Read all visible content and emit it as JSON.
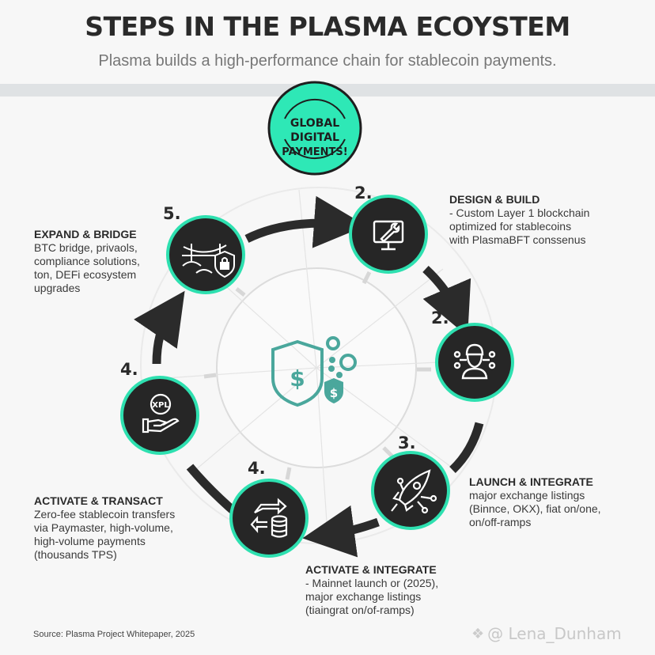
{
  "header": {
    "title": "STEPS IN THE PLASMA ECOYSTEM",
    "subtitle": "Plasma builds a high-performance chain for stablecoin payments."
  },
  "badge": {
    "lines": [
      "GLOBAL",
      "DIGITAL",
      "PAYMENTS!"
    ],
    "color": "#2ee8b6"
  },
  "center": {
    "icon": "shield-dollar-gears-icon",
    "color": "#4aa79c"
  },
  "colors": {
    "node_fill": "#262626",
    "node_ring": "#2ee0b0",
    "arrow": "#2b2b2b",
    "icon_stroke": "#ffffff"
  },
  "steps": [
    {
      "number": "2.",
      "icon": "monitor-wrench-icon",
      "heading": "DESIGN & BUILD",
      "body": "- Custom Layer 1 blockchain optimized for stablecoins with PlasmaBFT conssenus"
    },
    {
      "number": "2.",
      "icon": "person-network-icon",
      "heading": "",
      "body": ""
    },
    {
      "number": "3.",
      "icon": "rocket-icon",
      "heading": "LAUNCH & INTEGRATE",
      "body": "major exchange listings (Binnce, OKX), fiat on/one, on/off-ramps"
    },
    {
      "number": "4.",
      "icon": "transfer-database-icon",
      "heading": "ACTIVATE & INTEGRATE",
      "body": "- Mainnet launch or (2025), major exchange listings (tiaingrat on/of-ramps)"
    },
    {
      "number": "4.",
      "icon": "xpl-hand-icon",
      "heading": "ACTIVATE & TRANSACT",
      "body": "Zero-fee stablecoin transfers via Paymaster, high-volume, high-volume payments (thousands TPS)"
    },
    {
      "number": "5.",
      "icon": "bridge-shield-lock-icon",
      "heading": "EXPAND & BRIDGE",
      "body": "BTC bridge, privaols, compliance solutions, ton, DEFi ecosystem upgrades"
    }
  ],
  "labels": {
    "design": {
      "heading": "DESIGN & BUILD",
      "lines": [
        "- Custom Layer 1 blockchain",
        "optimized for stablecoins",
        "with PlasmaBFT conssenus"
      ]
    },
    "launch": {
      "heading": "LAUNCH & INTEGRATE",
      "lines": [
        "major exchange listings",
        "(Binnce, OKX), fiat on/one,",
        "on/off-ramps"
      ]
    },
    "activate_integrate": {
      "heading": "ACTIVATE & INTEGRATE",
      "lines": [
        "- Mainnet launch or (2025),",
        "major exchange listings",
        "(tiaingrat on/of-ramps)"
      ]
    },
    "activate_transact": {
      "heading": "ACTIVATE & TRANSACT",
      "lines": [
        "Zero-fee stablecoin transfers",
        "via Paymaster, high-volume,",
        "high-volume payments",
        "(thousands TPS)"
      ]
    },
    "expand": {
      "heading": "EXPAND & BRIDGE",
      "lines": [
        "BTC bridge, privaols,",
        "compliance solutions,",
        "ton, DEFi ecosystem",
        "upgrades"
      ]
    }
  },
  "numbers": {
    "n_design": "2.",
    "n_person": "2.",
    "n_launch": "3.",
    "n_activate_integrate": "4.",
    "n_activate_transact": "4.",
    "n_expand": "5."
  },
  "footer": {
    "source": "Source: Plasma Project Whitepaper, 2025",
    "watermark": "@ Lena_Dunham"
  }
}
